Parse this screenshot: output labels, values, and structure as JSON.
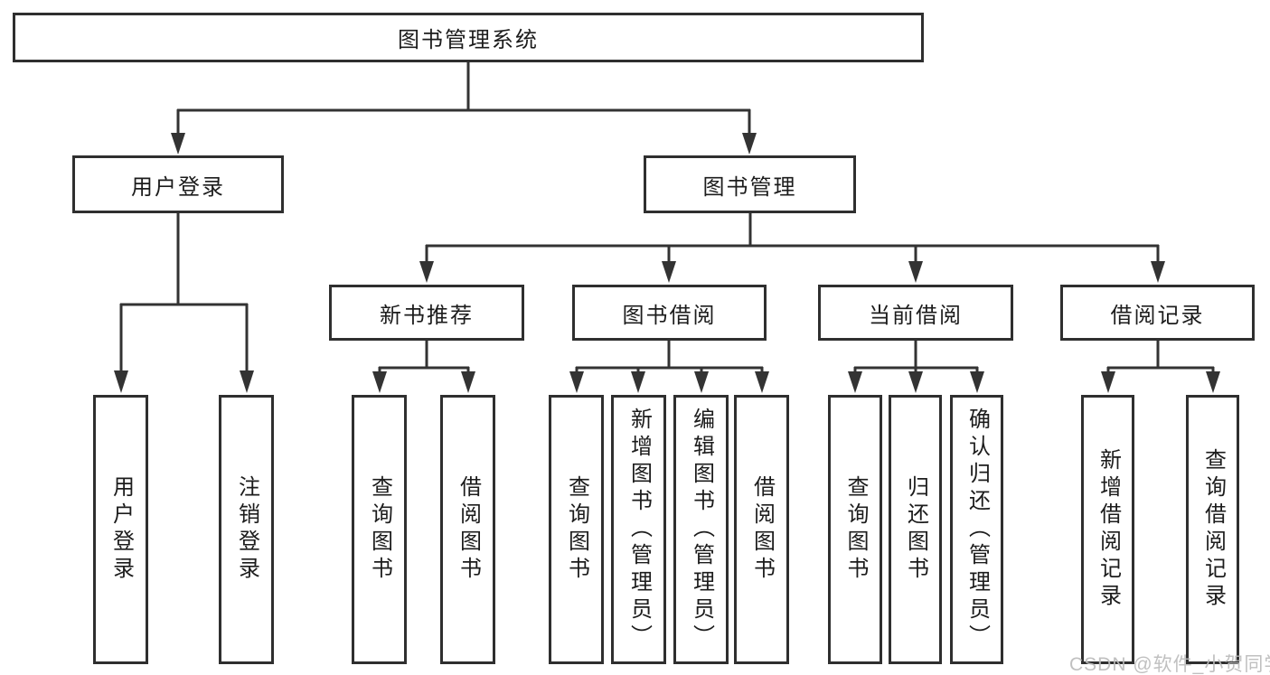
{
  "diagram": {
    "root": {
      "label": "图书管理系统"
    },
    "level2": [
      {
        "label": "用户登录"
      },
      {
        "label": "图书管理"
      }
    ],
    "level3": [
      {
        "label": "新书推荐"
      },
      {
        "label": "图书借阅"
      },
      {
        "label": "当前借阅"
      },
      {
        "label": "借阅记录"
      }
    ],
    "leaves": {
      "user_login": [
        "用户登录",
        "注销登录"
      ],
      "new_book": [
        "查询图书",
        "借阅图书"
      ],
      "book_borrow": [
        "查询图书",
        "新增图书（管理员）",
        "编辑图书（管理员）",
        "借阅图书"
      ],
      "current_borrow": [
        "查询图书",
        "归还图书",
        "确认归还（管理员）"
      ],
      "borrow_record": [
        "新增借阅记录",
        "查询借阅记录"
      ]
    }
  },
  "watermark": "CSDN @软件_小贺同学",
  "colors": {
    "line": "#333333",
    "box_border": "#2f2f2f",
    "text": "#1c1c1c",
    "watermark": "#bbbbbb",
    "background": "#ffffff"
  }
}
